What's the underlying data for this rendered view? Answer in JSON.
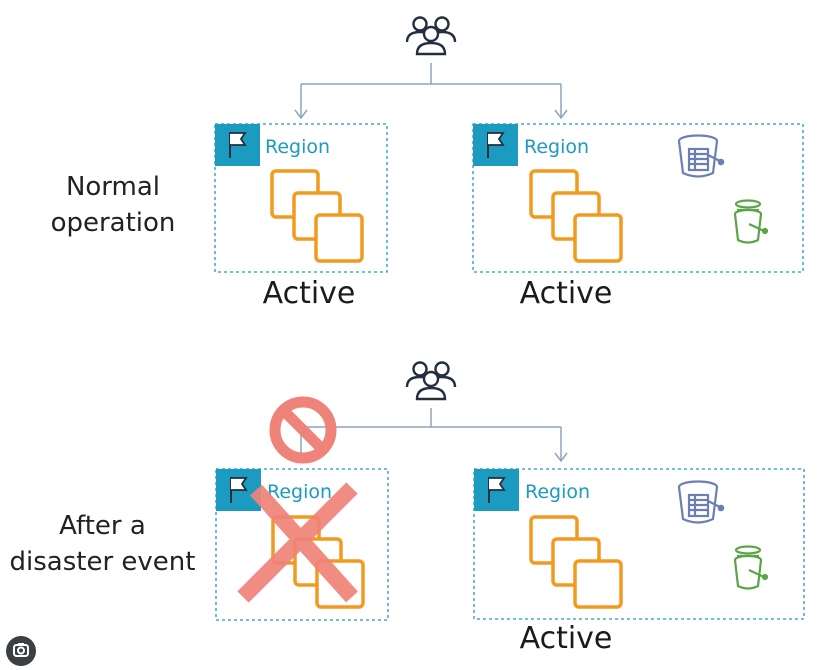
{
  "rows": {
    "normal": {
      "label_line1": "Normal",
      "label_line2": "operation",
      "left_region": {
        "label": "Region",
        "status": "Active"
      },
      "right_region": {
        "label": "Region",
        "status": "Active"
      }
    },
    "disaster": {
      "label_line1": "After a",
      "label_line2": "disaster event",
      "left_region": {
        "label": "Region",
        "status": ""
      },
      "right_region": {
        "label": "Region",
        "status": "Active"
      }
    }
  },
  "colors": {
    "region_border": "#1a9bbf",
    "region_text": "#1a9bbf",
    "flag_bg": "#1a9bbf",
    "compute": "#f29a1f",
    "arrow": "#8ea4bd",
    "users": "#232f3e",
    "db_bucket": "#6b7fb5",
    "s3_bucket": "#5aa546",
    "failure": "#f08379",
    "text": "#222222"
  },
  "icons": {
    "users": "users-group-icon",
    "flag": "region-flag-icon",
    "compute": "stacked-instances-icon",
    "database": "database-bucket-icon",
    "storage": "s3-bucket-icon",
    "blocked": "prohibited-icon",
    "failed": "x-mark-icon",
    "lens": "camera-lens-icon"
  }
}
